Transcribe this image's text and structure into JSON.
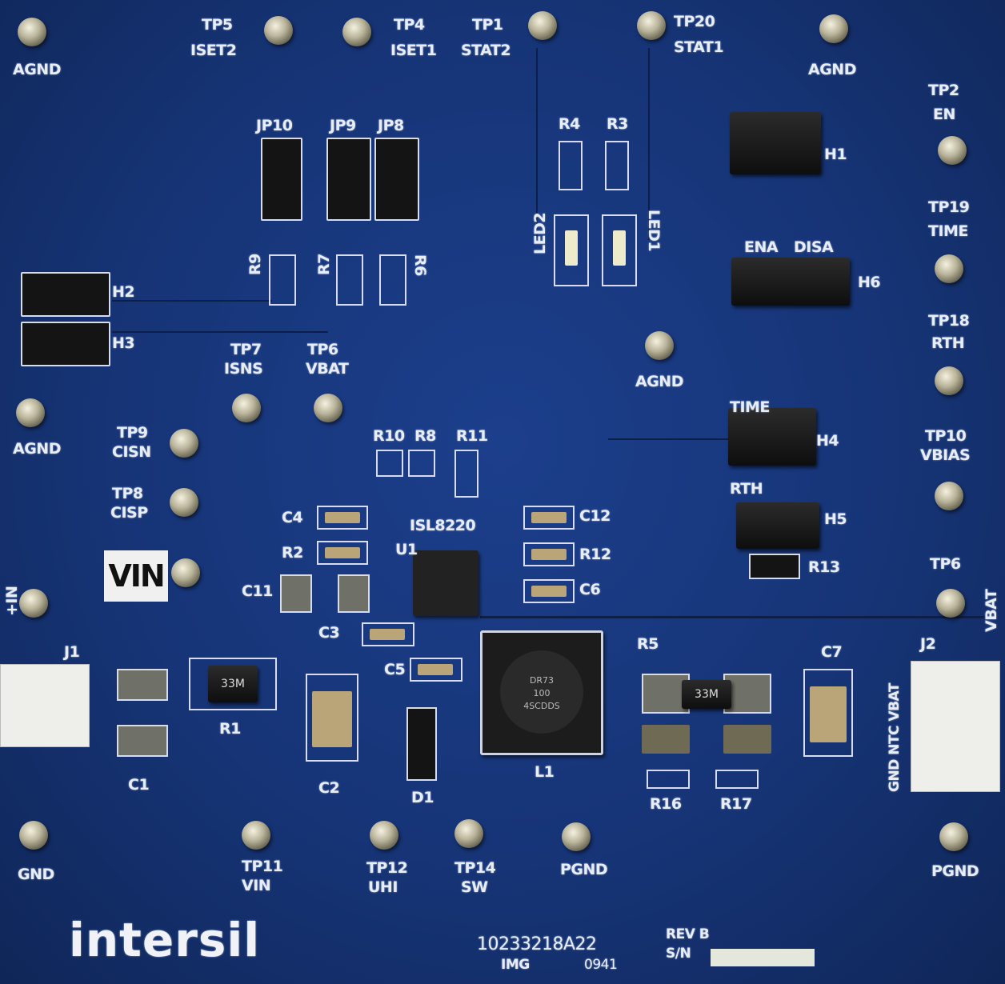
{
  "board": {
    "colors": {
      "pcb": "#163476",
      "silkscreen": "#e8ecf4",
      "pad": "#b9a577"
    }
  },
  "labels": {
    "agnd_tl": "AGND",
    "tp5": "TP5",
    "iset2": "ISET2",
    "tp4": "TP4",
    "iset1": "ISET1",
    "tp1": "TP1",
    "stat2": "STAT2",
    "tp20": "TP20",
    "stat1": "STAT1",
    "agnd_tr": "AGND",
    "tp2": "TP2",
    "en": "EN",
    "jp10": "JP10",
    "jp9": "JP9",
    "jp8": "JP8",
    "r4": "R4",
    "r3": "R3",
    "led2": "LED2",
    "led1": "LED1",
    "h1": "H1",
    "tp19": "TP19",
    "time_r": "TIME",
    "ena": "ENA",
    "disa": "DISA",
    "h6": "H6",
    "r9": "R9",
    "r7": "R7",
    "r6": "R6",
    "h2": "H2",
    "h3": "H3",
    "tp7": "TP7",
    "isns": "ISNS",
    "tp6a": "TP6",
    "vbat_a": "VBAT",
    "agnd_c": "AGND",
    "tp18": "TP18",
    "rth_r": "RTH",
    "agnd_l": "AGND",
    "tp9": "TP9",
    "cisn": "CISN",
    "tp8": "TP8",
    "cisp": "CISP",
    "r10": "R10",
    "r8": "R8",
    "r11": "R11",
    "time_h4": "TIME",
    "h4": "H4",
    "tp10": "TP10",
    "vbias": "VBIAS",
    "rth_h5": "RTH",
    "h5": "H5",
    "r13": "R13",
    "c4": "C4",
    "r2": "R2",
    "isl8220": "ISL8220",
    "u1": "U1",
    "c12": "C12",
    "r12": "R12",
    "c6": "C6",
    "vin_box": "VIN",
    "c11": "C11",
    "c3": "C3",
    "tp6b": "TP6",
    "vbat_b": "VBAT",
    "plus_in": "+IN",
    "j1": "J1",
    "r1": "R1",
    "r1_code": "33M",
    "c1": "C1",
    "c2": "C2",
    "c5": "C5",
    "d1": "D1",
    "l1": "L1",
    "l1_mark1": "DR73",
    "l1_mark2": "100",
    "l1_mark3": "4SCDDS",
    "r5": "R5",
    "r5_code": "33M",
    "c7": "C7",
    "j2": "J2",
    "j2_pins": "GND NTC VBAT",
    "r16": "R16",
    "r17": "R17",
    "gnd": "GND",
    "tp11": "TP11",
    "vin": "VIN",
    "tp12": "TP12",
    "uhi": "UHI",
    "tp14": "TP14",
    "sw": "SW",
    "pgnd_c": "PGND",
    "pgnd_r": "PGND",
    "logo": "intersil",
    "part_no": "10233218A22",
    "img": "IMG",
    "img_code": "0941",
    "rev": "REV B",
    "sn": "S/N"
  }
}
